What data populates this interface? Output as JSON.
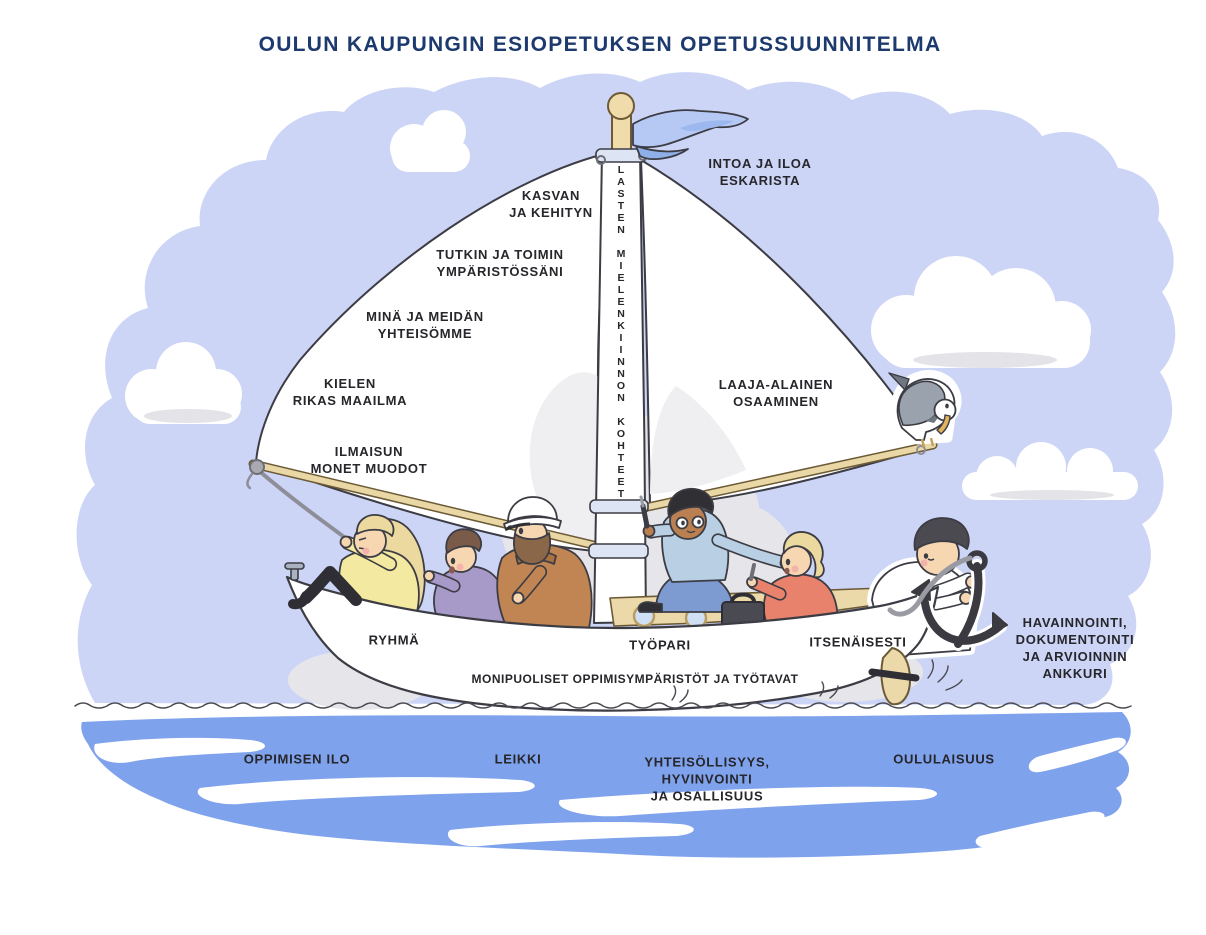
{
  "title": "OULUN KAUPUNGIN ESIOPETUKSEN OPETUSSUUNNITELMA",
  "main_sail": {
    "labels": [
      {
        "text": "KASVAN\nJA KEHITYN"
      },
      {
        "text": "TUTKIN JA TOIMIN\nYMPÄRISTÖSSÄNI"
      },
      {
        "text": "MINÄ JA MEIDÄN\nYHTEISÖMME"
      },
      {
        "text": "KIELEN\nRIKAS MAAILMA"
      },
      {
        "text": "ILMAISUN\nMONET MUODOT"
      }
    ]
  },
  "head_sail": {
    "label": "LAAJA-ALAINEN\nOSAAMINEN"
  },
  "mast": {
    "banner_text": "LASTEN MIELENKIINNON KOHTEET"
  },
  "flag_note": "INTOA JA ILOA\nESKARISTA",
  "hull": {
    "work_modes": [
      {
        "text": "RYHMÄ"
      },
      {
        "text": "TYÖPARI"
      },
      {
        "text": "ITSENÄISESTI"
      }
    ],
    "caption": "MONIPUOLISET OPPIMISYMPÄRISTÖT JA TYÖTAVAT"
  },
  "anchor_note": "HAVAINNOINTI,\nDOKUMENTOINTI\nJA ARVIOINNIN\nANKKURI",
  "water": {
    "labels": [
      {
        "text": "OPPIMISEN ILO"
      },
      {
        "text": "LEIKKI"
      },
      {
        "text": "YHTEISÖLLISYYS,\nHYVINVOINTI\nJA OSALLISUUS"
      },
      {
        "text": "OULULAISUUS"
      }
    ]
  },
  "colors": {
    "sky": "#cdd5f7",
    "water": "#7fa2ec",
    "title_navy": "#1d3a6e",
    "label_ink": "#26262b",
    "wood_tan": "#eed9a8",
    "outline": "#3c3c44"
  }
}
